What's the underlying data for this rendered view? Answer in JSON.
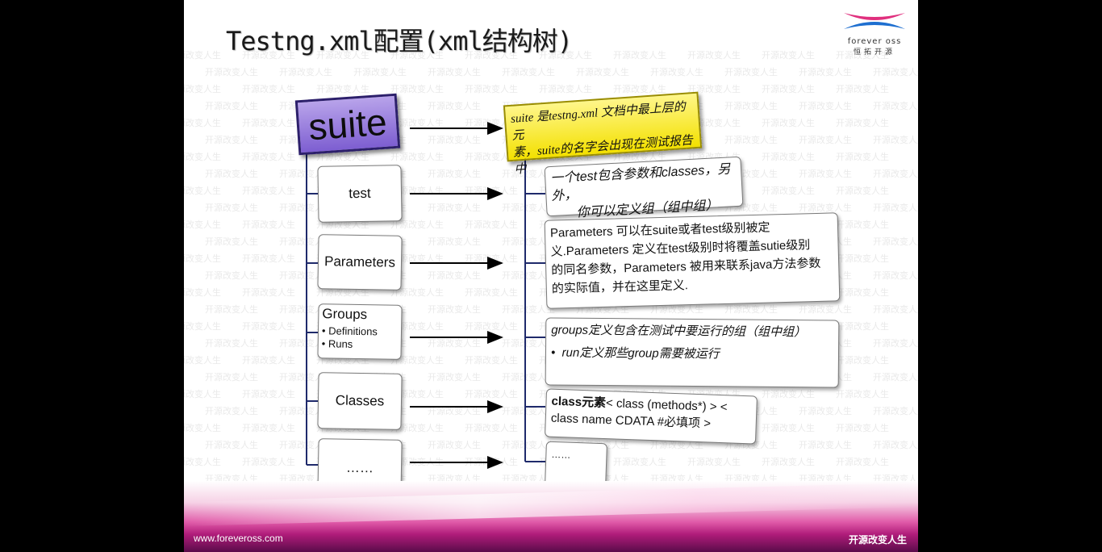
{
  "title": "Testng.xml配置(xml结构树)",
  "logo": {
    "brand": "forever oss",
    "chinese": "恒拓开源"
  },
  "footer": {
    "url": "www.foreveross.com",
    "slogan": "开源改变人生"
  },
  "watermark_text": "开源改变人生",
  "suite": {
    "label": "suite",
    "description_line1": "suite 是testng.xml 文档中最上层的元",
    "description_line2": "素，suite的名字会出现在测试报告中"
  },
  "elements": [
    {
      "label": "test"
    },
    {
      "label": "Parameters"
    },
    {
      "label": "Groups",
      "bullets": [
        "Definitions",
        "Runs"
      ]
    },
    {
      "label": "Classes"
    },
    {
      "label": "……"
    }
  ],
  "descriptions": {
    "test": {
      "line1": "一个test包含参数和classes，另外，",
      "line2": "你可以定义组（组中组）"
    },
    "parameters": {
      "lines": [
        "Parameters 可以在suite或者test级别被定",
        "义.Parameters 定义在test级别时将覆盖sutie级别",
        "的同名参数，Parameters 被用来联系java方法参数",
        "的实际值，并在这里定义."
      ]
    },
    "groups": {
      "line1": "groups定义包含在测试中要运行的组（组中组）",
      "bullet": "run定义那些group需要被运行"
    },
    "classes": {
      "bold": "class元素",
      "rest": "< class (methods*) > <",
      "line2": "class name CDATA #必填项 >"
    },
    "more": {
      "text": "……"
    }
  },
  "colors": {
    "suite_fill": "#8e73dc",
    "suite_desc_fill": "#f7ea3a",
    "footer_accent": "#b01c7a"
  }
}
